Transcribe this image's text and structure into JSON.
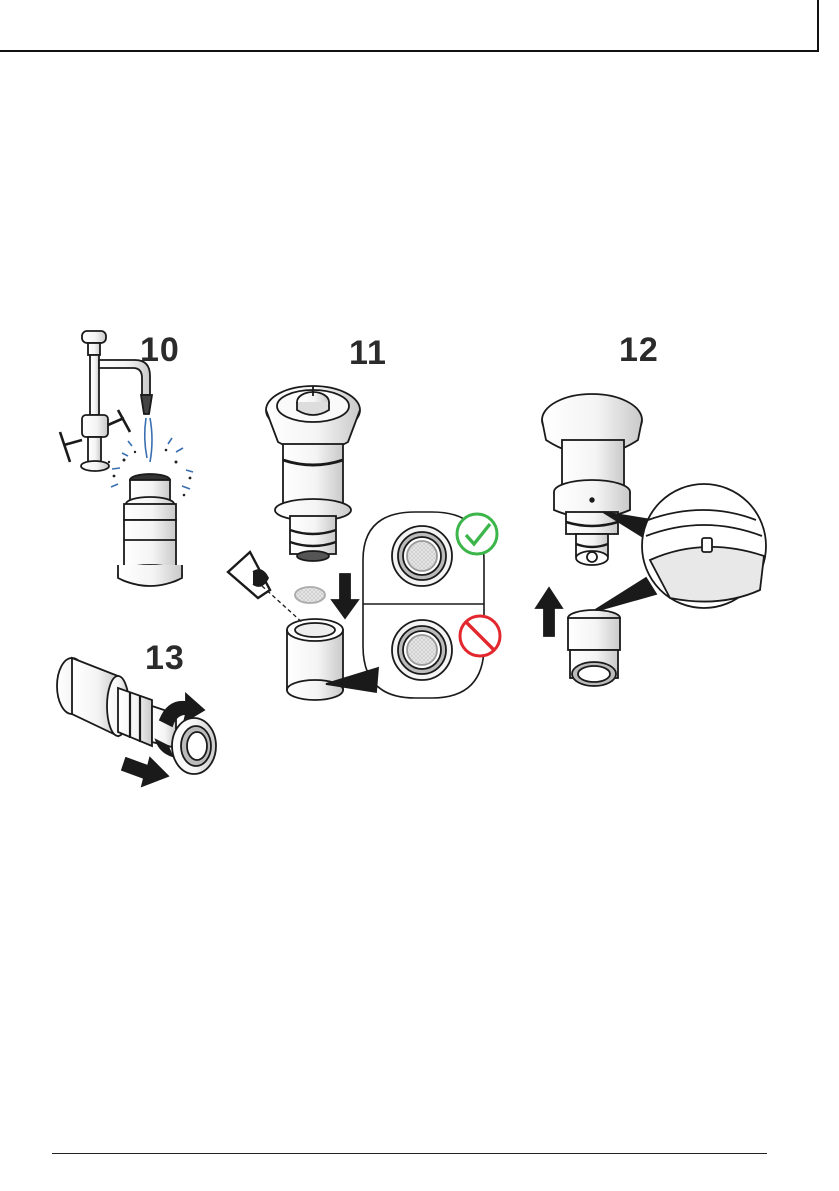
{
  "steps": [
    {
      "id": "step-10",
      "label": "10"
    },
    {
      "id": "step-11",
      "label": "11"
    },
    {
      "id": "step-12",
      "label": "12"
    },
    {
      "id": "step-13",
      "label": "13"
    }
  ],
  "colors": {
    "line": "#1a1a1a",
    "fill_light": "#f2f2f2",
    "fill_mid": "#d0d0d0",
    "water": "#3a6fb0",
    "correct": "#3cb54a",
    "incorrect": "#e2282e"
  },
  "icons": [
    "faucet-icon",
    "eye-icon",
    "checkmark-icon",
    "prohibited-icon",
    "arrow-down-icon",
    "arrow-up-icon",
    "rotate-arrow-icon",
    "push-arrow-icon"
  ]
}
